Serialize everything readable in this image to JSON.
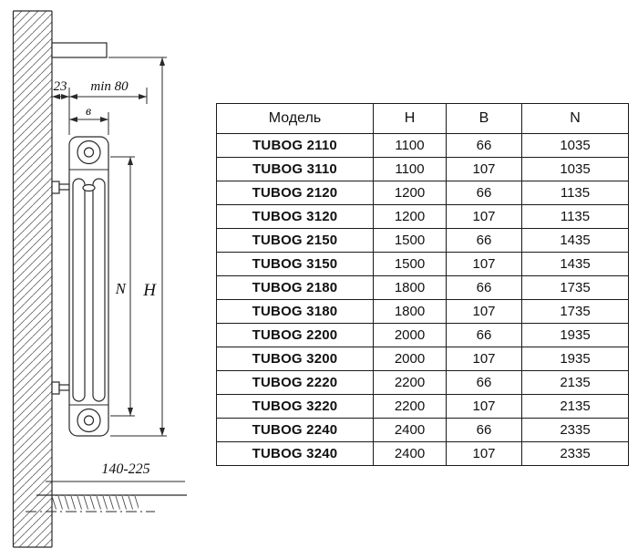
{
  "diagram": {
    "labels": {
      "gap": "23",
      "min_clearance": "min 80",
      "width": "в",
      "n_axis": "N",
      "h_axis": "H",
      "floor_range": "140-225"
    }
  },
  "table": {
    "headers": [
      "Модель",
      "H",
      "B",
      "N"
    ],
    "rows": [
      [
        "TUBOG 2110",
        "1100",
        "66",
        "1035"
      ],
      [
        "TUBOG 3110",
        "1100",
        "107",
        "1035"
      ],
      [
        "TUBOG 2120",
        "1200",
        "66",
        "1135"
      ],
      [
        "TUBOG 3120",
        "1200",
        "107",
        "1135"
      ],
      [
        "TUBOG 2150",
        "1500",
        "66",
        "1435"
      ],
      [
        "TUBOG 3150",
        "1500",
        "107",
        "1435"
      ],
      [
        "TUBOG 2180",
        "1800",
        "66",
        "1735"
      ],
      [
        "TUBOG 3180",
        "1800",
        "107",
        "1735"
      ],
      [
        "TUBOG 2200",
        "2000",
        "66",
        "1935"
      ],
      [
        "TUBOG 3200",
        "2000",
        "107",
        "1935"
      ],
      [
        "TUBOG 2220",
        "2200",
        "66",
        "2135"
      ],
      [
        "TUBOG 3220",
        "2200",
        "107",
        "2135"
      ],
      [
        "TUBOG 2240",
        "2400",
        "66",
        "2335"
      ],
      [
        "TUBOG 3240",
        "2400",
        "107",
        "2335"
      ]
    ]
  }
}
